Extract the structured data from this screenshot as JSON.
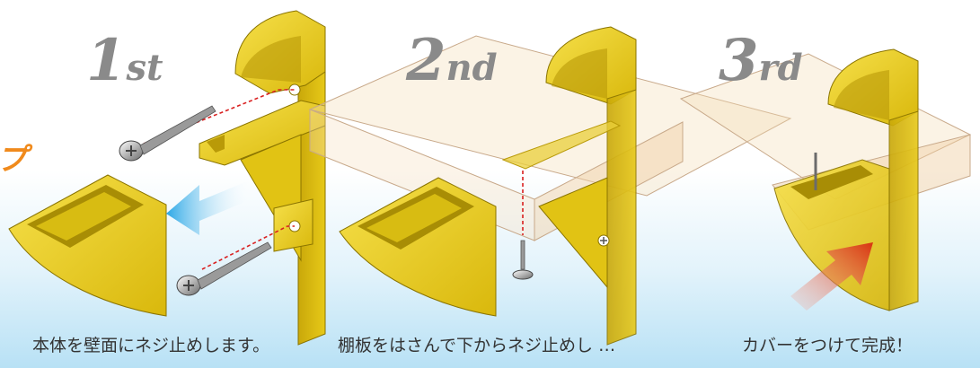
{
  "steps": [
    {
      "num": "1",
      "suffix": "st",
      "caption": "本体を壁面にネジ止めします。"
    },
    {
      "num": "2",
      "suffix": "nd",
      "caption": "棚板をはさんで下からネジ止めし …"
    },
    {
      "num": "3",
      "suffix": "rd",
      "caption": "カバーをつけて完成！"
    }
  ],
  "fragment_text": "プ",
  "colors": {
    "bracket_yellow": "#e8cc1a",
    "label_gray": "#8a8a8a",
    "arrow_blue": "#2aa7e6",
    "arrow_red": "#e0401c",
    "fragment_orange": "#f08a1c"
  }
}
